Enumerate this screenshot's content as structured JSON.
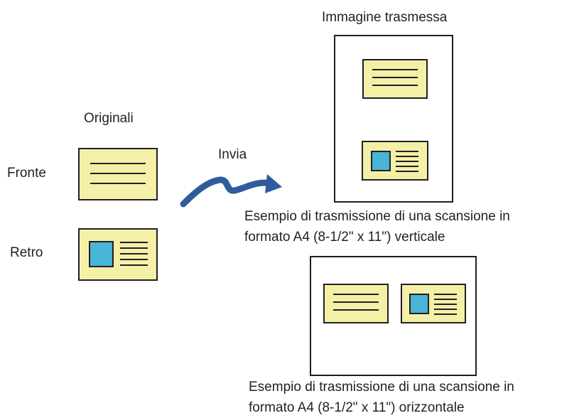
{
  "title_transmitted": "Immagine trasmessa",
  "originals_label": "Originali",
  "front_label": "Fronte",
  "back_label": "Retro",
  "send_label": "Invia",
  "portrait_caption_line1": "Esempio di trasmissione di una scansione in",
  "portrait_caption_line2": "formato A4 (8-1/2\" x 11\") verticale",
  "landscape_caption_line1": "Esempio di trasmissione di una scansione in",
  "landscape_caption_line2": "formato A4 (8-1/2\" x 11\") orizzontale",
  "colors": {
    "card_fill": "#f5f0a8",
    "photo_fill": "#48b4d6",
    "arrow": "#2f5c9e",
    "outline": "#231f20"
  }
}
